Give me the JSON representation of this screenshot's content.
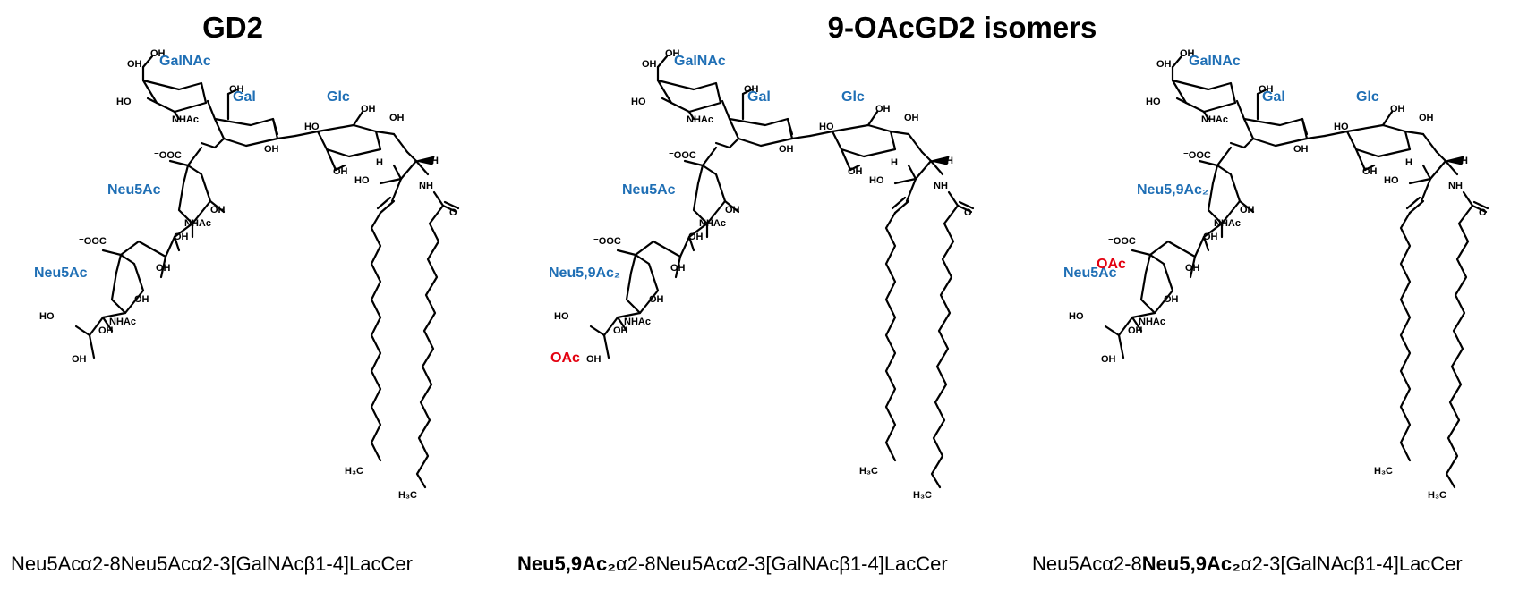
{
  "headings": {
    "gd2": "GD2",
    "isomers": "9-OAcGD2 isomers"
  },
  "atoms": {
    "oh": "OH",
    "ho": "HO",
    "nhac": "NHAc",
    "coo": "⁻OOC",
    "oac": "OAc",
    "h": "H",
    "nh": "NH",
    "o": "O",
    "ch3": "H₃C"
  },
  "panels": [
    {
      "residues": {
        "galnac": "GalNAc",
        "gal": "Gal",
        "glc": "Glc",
        "neu_inner": "Neu5Ac",
        "neu_outer": "Neu5Ac"
      },
      "oac_position": "",
      "caption": {
        "part1": "",
        "part2": "Neu5Acα2-8Neu5Acα2-3[GalNAcβ1-4]LacCer"
      }
    },
    {
      "residues": {
        "galnac": "GalNAc",
        "gal": "Gal",
        "glc": "Glc",
        "neu_inner": "Neu5Ac",
        "neu_outer": "Neu5,9Ac₂"
      },
      "oac_position": "outer",
      "caption": {
        "part1": "Neu5,9Ac₂",
        "part2": "α2-8Neu5Acα2-3[GalNAcβ1-4]LacCer"
      }
    },
    {
      "residues": {
        "galnac": "GalNAc",
        "gal": "Gal",
        "glc": "Glc",
        "neu_inner": "Neu5,9Ac₂",
        "neu_outer": "Neu5Ac"
      },
      "oac_position": "inner",
      "caption": {
        "part1": "Neu5Acα2-8",
        "part2": "Neu5,9Ac₂",
        "part3": "α2-3[GalNAcβ1-4]LacCer"
      }
    }
  ],
  "colors": {
    "residue_label": "#1f6fb5",
    "oac_label": "#e3000f",
    "structure": "#000000"
  }
}
